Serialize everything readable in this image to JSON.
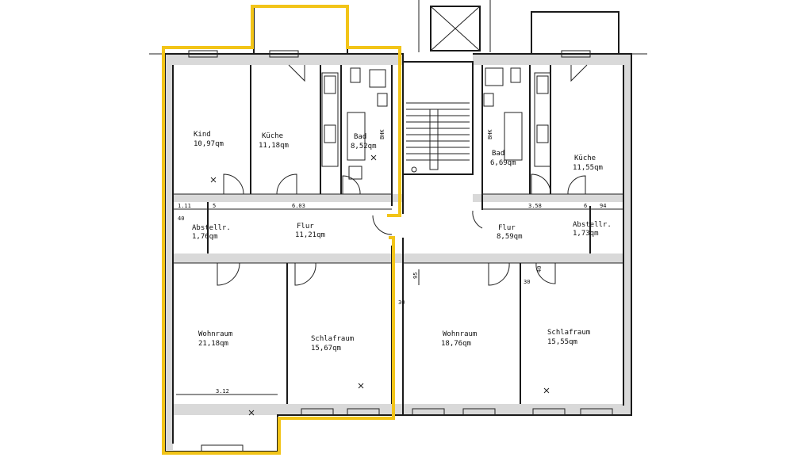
{
  "rooms": [
    {
      "name": "Kind",
      "area": "10,97qm"
    },
    {
      "name": "Küche",
      "area": "11,18qm"
    },
    {
      "name": "Bad",
      "area": "8,52qm"
    },
    {
      "name": "Abstellr.",
      "area": "1,76qm"
    },
    {
      "name": "Flur",
      "area": "11,21qm"
    },
    {
      "name": "Wohnraum",
      "area": "21,18qm"
    },
    {
      "name": "Schlafraum",
      "area": "15,67qm"
    },
    {
      "name": "Bad",
      "area": "6,69qm"
    },
    {
      "name": "Küche",
      "area": "11,55qm"
    },
    {
      "name": "Flur",
      "area": "8,59qm"
    },
    {
      "name": "Abstellr.",
      "area": "1,73qm"
    },
    {
      "name": "Wohnraum",
      "area": "18,76qm"
    },
    {
      "name": "Schlafraum",
      "area": "15,55qm"
    }
  ],
  "fixtures": {
    "left_bhk": "BHK",
    "right_bhk": "BHK"
  },
  "dimensions": {
    "d_111": "1.11",
    "d_5": "5",
    "d_603": "6.03",
    "d_40": "40",
    "d_312": "3.12",
    "d_95": "95",
    "d_30a": "30",
    "d_358": "3.58",
    "d_6": "6",
    "d_94": "94",
    "d_40b": "40",
    "d_30b": "30"
  },
  "highlight_color": "#f2c418"
}
